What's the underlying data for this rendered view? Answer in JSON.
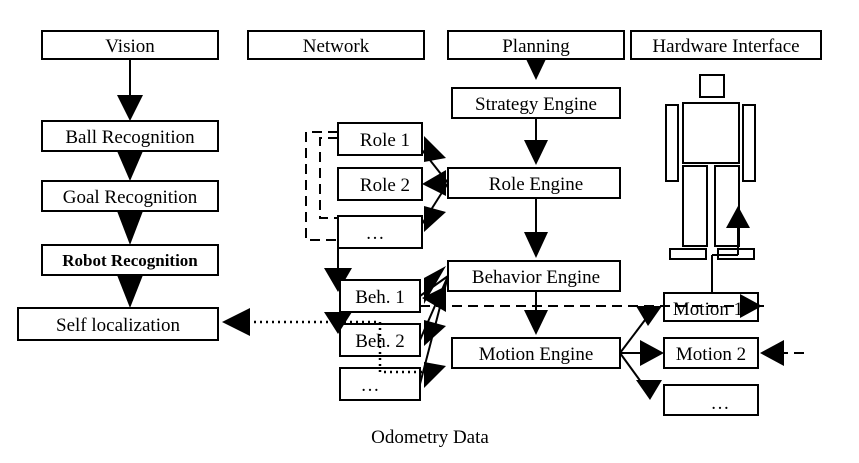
{
  "headers": {
    "vision": "Vision",
    "network": "Network",
    "planning": "Planning",
    "hardware": "Hardware Interface"
  },
  "vision_column": [
    "Ball Recognition",
    "Goal Recognition",
    "Robot Recognition",
    "Self localization"
  ],
  "planning_column": [
    "Strategy Engine",
    "Role Engine",
    "Behavior Engine",
    "Motion Engine"
  ],
  "roles": [
    "Role 1",
    "Role 2",
    "…"
  ],
  "behaviors": [
    "Beh. 1",
    "Beh. 2",
    "…"
  ],
  "motions": [
    "Motion 1",
    "Motion 2",
    "…"
  ],
  "footer": "Odometry Data"
}
